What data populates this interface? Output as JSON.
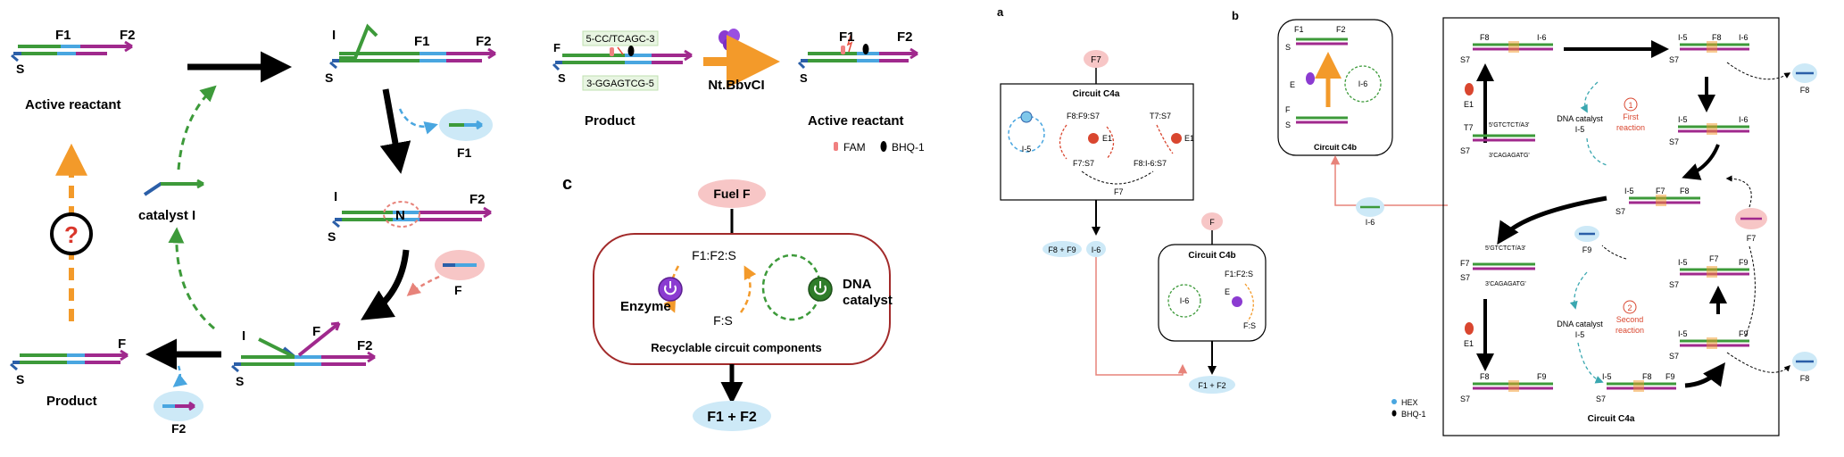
{
  "colors": {
    "green": "#3d9a3a",
    "blue": "#2b5fa8",
    "lightblue": "#49a6e0",
    "magenta": "#a0298d",
    "orange": "#f39a2a",
    "red": "#d9462f",
    "pink_bubble": "#f7c6c6",
    "blue_bubble": "#cde9f7",
    "purple": "#8b3bd1",
    "dark_green": "#2f7d2a",
    "salmon": "#e7837a"
  },
  "panel_left": {
    "F1": "F1",
    "F2": "F2",
    "S": "S",
    "I": "I",
    "F": "F",
    "N": "N",
    "active_reactant": "Active reactant",
    "catalyst": "catalyst I",
    "product": "Product",
    "question": "?"
  },
  "panel_mid_top": {
    "F1": "F1",
    "F2": "F2",
    "F": "F",
    "S": "S",
    "seq_top": "5-CC/TCAGC-3",
    "seq_bottom": "3-GGAGTCG-5",
    "enzyme": "Nt.BbvCI",
    "product": "Product",
    "active_reactant": "Active reactant",
    "fam": "FAM",
    "bhq": "BHQ-1"
  },
  "panel_c": {
    "label": "c",
    "fuel": "Fuel F",
    "complex": "F1:F2:S",
    "fs": "F:S",
    "enzyme": "Enzyme",
    "dna_catalyst_1": "DNA",
    "dna_catalyst_2": "catalyst",
    "caption": "Recyclable circuit components",
    "output": "F1 + F2"
  },
  "panel_a": {
    "label": "a",
    "F7": "F7",
    "circuit_title": "Circuit C4a",
    "i5": "I-5",
    "f8f9s7": "F8:F9:S7",
    "e1": "E1",
    "t7s7": "T7:S7",
    "f7s7": "F7:S7",
    "f8i6s7": "F8:I-6:S7",
    "f7_bottom": "F7",
    "out_f8f9": "F8 + F9",
    "out_i6": "I-6",
    "F": "F",
    "c4b_title": "Circuit C4b",
    "c4b_i6": "I-6",
    "c4b_e": "E",
    "c4b_complex": "F1:F2:S",
    "c4b_fs": "F:S",
    "out_f1f2": "F1 + F2"
  },
  "panel_b": {
    "label": "b",
    "inset_F1": "F1",
    "inset_F2": "F2",
    "inset_S": "S",
    "inset_E": "E",
    "inset_I6": "I-6",
    "inset_F": "F",
    "inset_title": "Circuit C4b",
    "i6_bubble": "I-6",
    "F8": "F8",
    "I6": "I-6",
    "S7": "S7",
    "I5": "I-5",
    "E1": "E1",
    "T7": "T7",
    "seq1": "5'GTCTCT/A3'",
    "seq2": "3'CAGAGATG'",
    "dna_catalyst": "DNA catalyst",
    "first_reaction_num": "1",
    "first_reaction_1": "First",
    "first_reaction_2": "reaction",
    "F7": "F7",
    "F9": "F9",
    "second_reaction_num": "2",
    "second_reaction_1": "Second",
    "second_reaction_2": "reaction",
    "hex": "HEX",
    "bhq": "BHQ-1",
    "title": "Circuit C4a"
  }
}
